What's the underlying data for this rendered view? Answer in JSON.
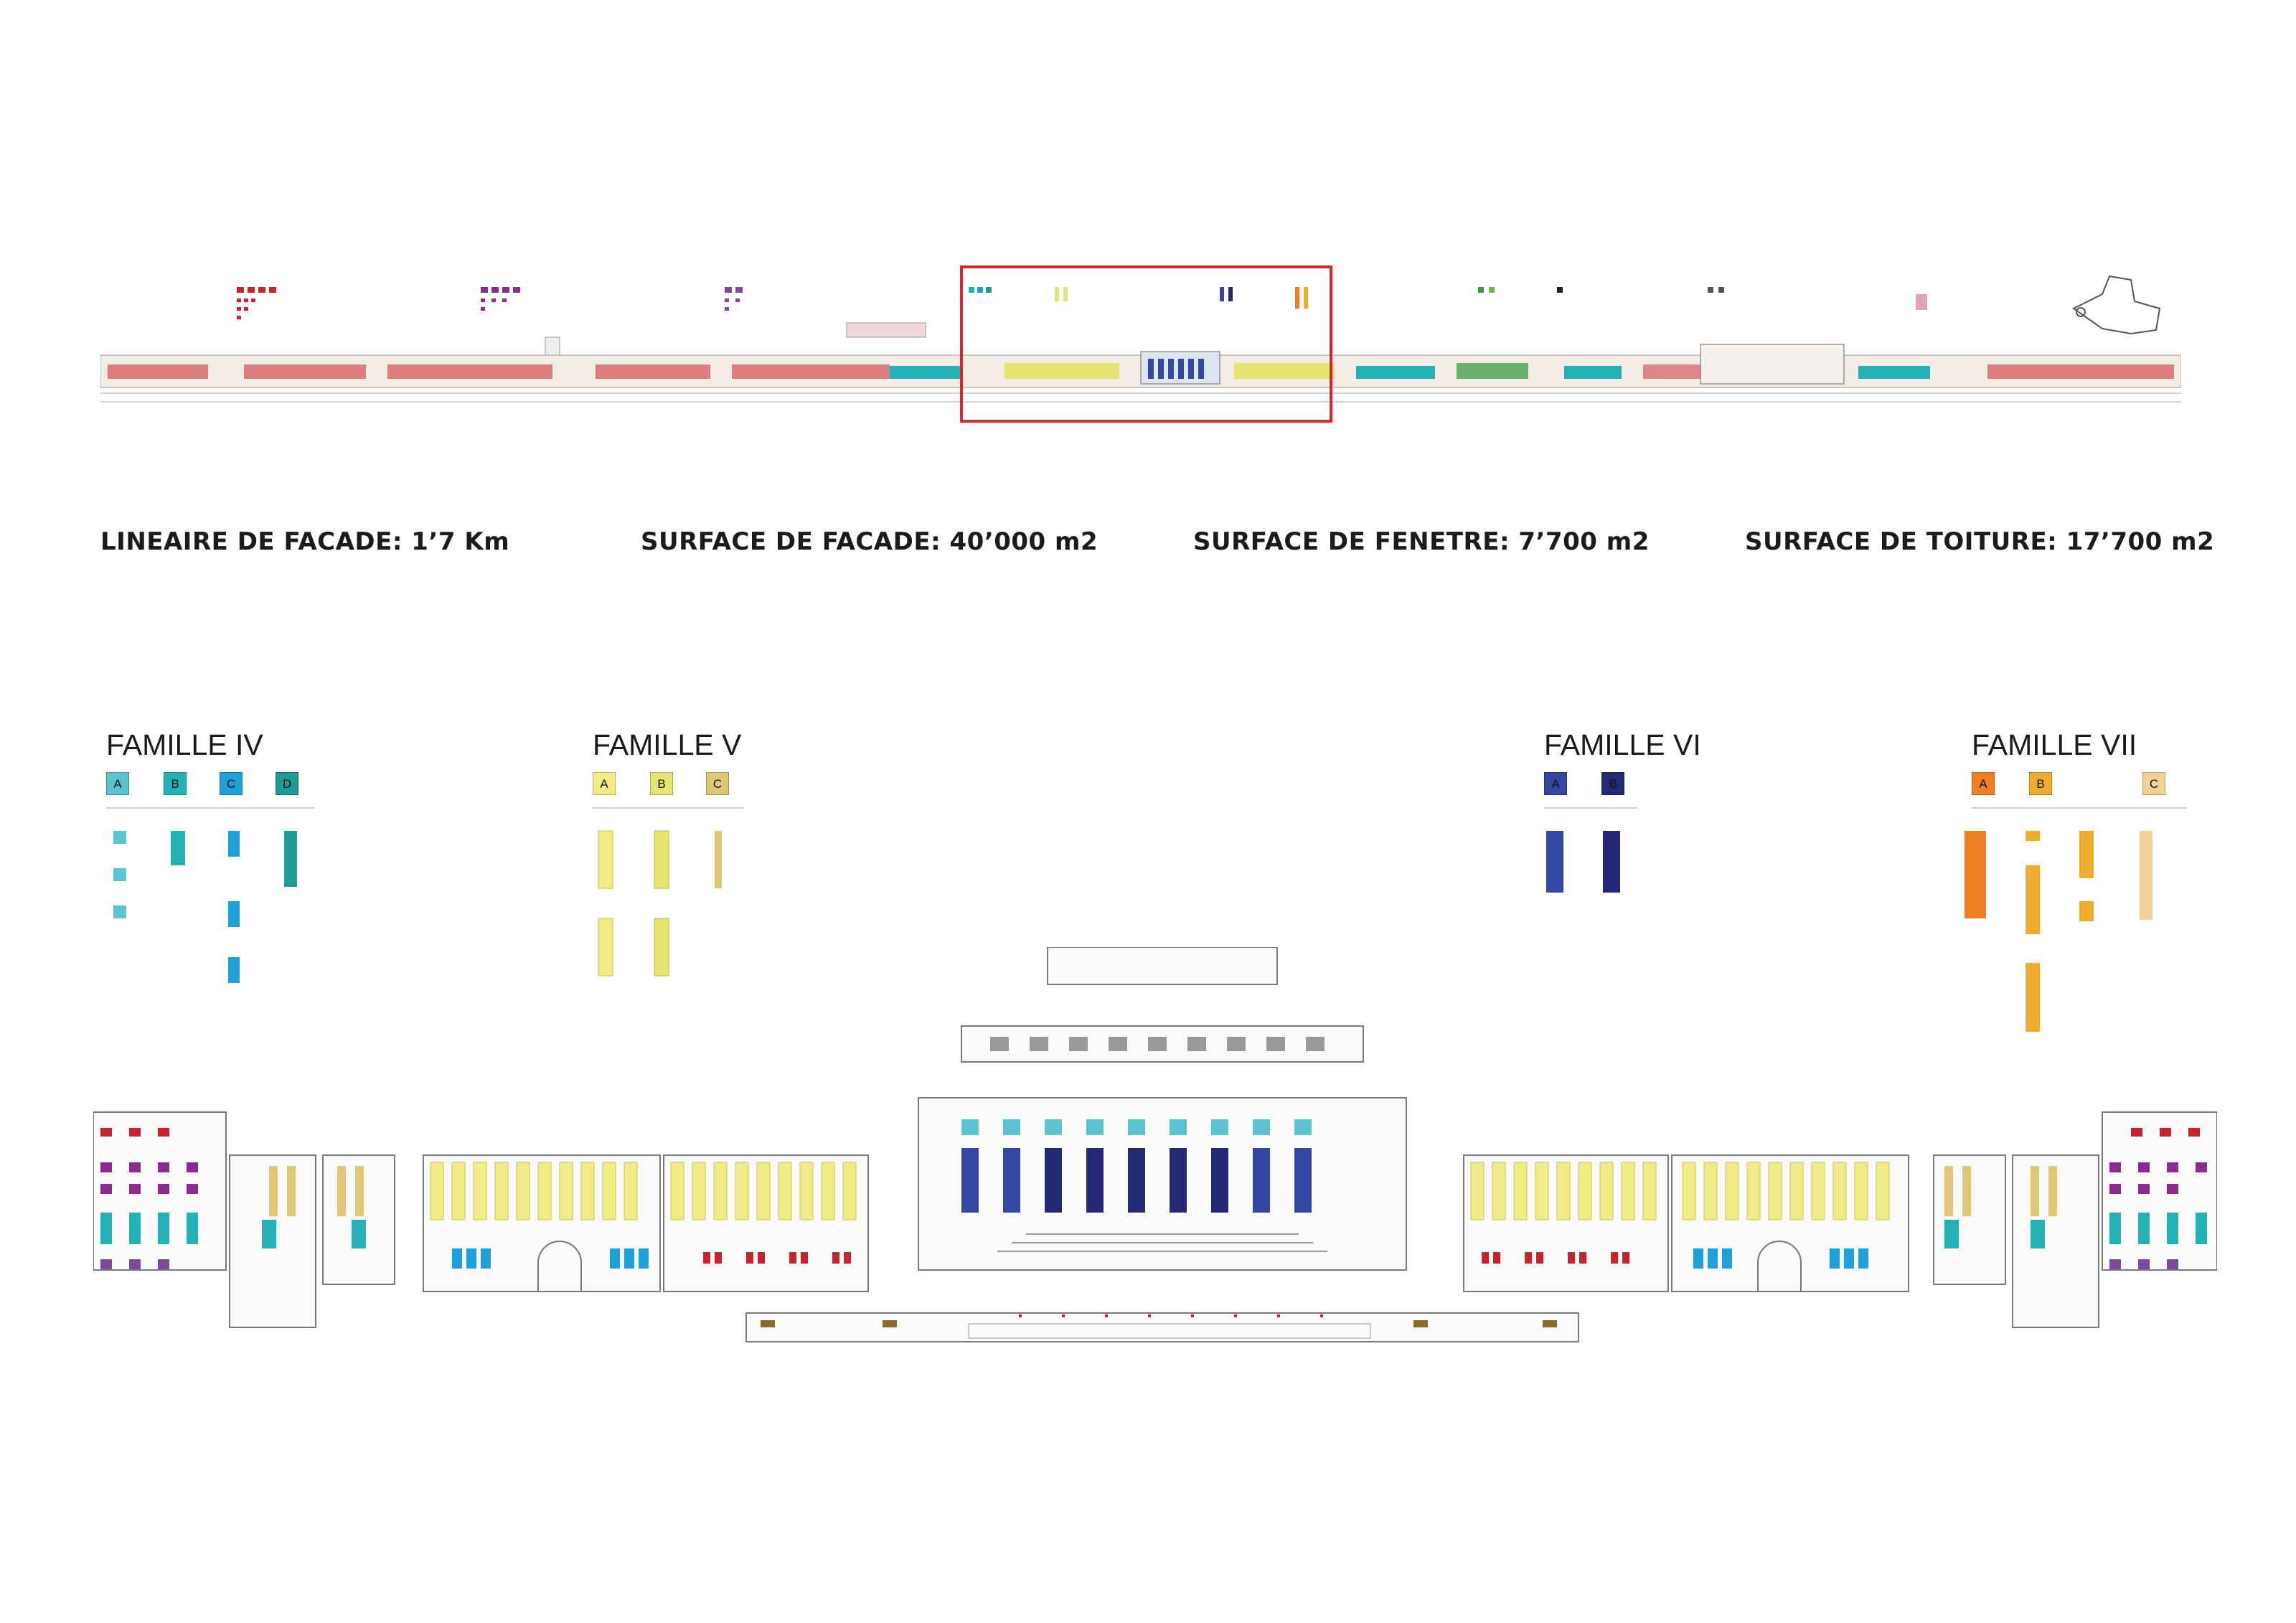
{
  "stats": {
    "lineaire": "LINEAIRE DE FACADE: 1’7 Km",
    "facade": "SURFACE DE FACADE: 40’000 m2",
    "fenetre": "SURFACE DE FENETRE: 7’700 m2",
    "toiture": "SURFACE DE TOITURE: 17’700 m2"
  },
  "families": [
    {
      "title": "FAMILLE IV",
      "types": [
        {
          "label": "A",
          "color": "#5bc2cf"
        },
        {
          "label": "B",
          "color": "#23b1b6"
        },
        {
          "label": "C",
          "color": "#1ea0d8"
        },
        {
          "label": "D",
          "color": "#1f9b94"
        }
      ]
    },
    {
      "title": "FAMILLE V",
      "types": [
        {
          "label": "A",
          "color": "#f1ec86"
        },
        {
          "label": "B",
          "color": "#e6e572"
        },
        {
          "label": "C",
          "color": "#e0c776"
        }
      ]
    },
    {
      "title": "FAMILLE VI",
      "types": [
        {
          "label": "A",
          "color": "#3447a3"
        },
        {
          "label": "B",
          "color": "#252a74"
        }
      ]
    },
    {
      "title": "FAMILLE VII",
      "types": [
        {
          "label": "A",
          "color": "#ef7f22"
        },
        {
          "label": "B",
          "color": "#efad30"
        },
        {
          "label": "C",
          "color": "#f4cf96"
        }
      ]
    }
  ]
}
